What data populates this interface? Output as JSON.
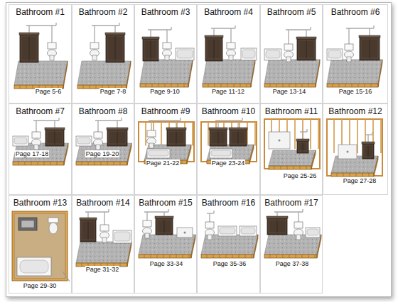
{
  "diagram": {
    "nodes": [
      {
        "text": [
          "Bathroom #1",
          "Page 5-6"
        ]
      },
      {
        "text": [
          "Bathroom #2",
          "Page 7-8"
        ]
      },
      {
        "text": [
          "Bathroom #3",
          "Page 9-10"
        ]
      },
      {
        "text": [
          "Bathroom #4",
          "Page 11-12"
        ]
      },
      {
        "text": [
          "Bathroom #5",
          "Page 13-14"
        ]
      },
      {
        "text": [
          "Bathroom #6",
          "Page 15-16"
        ]
      },
      {
        "text": [
          "Bathroom #7",
          "Page 17-18"
        ]
      },
      {
        "text": [
          "Bathroom #8",
          "Page 19-20"
        ]
      },
      {
        "text": [
          "Bathroom #9",
          "Page 21-22"
        ]
      },
      {
        "text": [
          "Bathroom #10",
          "Page 23-24"
        ]
      },
      {
        "text": [
          "Bathroom #11",
          "Page 25-26"
        ]
      },
      {
        "text": [
          "Bathroom #12",
          "Page 27-28"
        ]
      },
      {
        "text": [
          "Bathroom #13",
          "Page 29-30"
        ]
      },
      {
        "text": [
          "Bathroom #14",
          "Page 31-32"
        ]
      },
      {
        "text": [
          "Bathroom #15",
          "Page 33-34"
        ]
      },
      {
        "text": [
          "Bathroom #16",
          "Page 35-36"
        ]
      },
      {
        "text": [
          "Bathroom #17",
          "Page 37-38"
        ]
      }
    ]
  }
}
